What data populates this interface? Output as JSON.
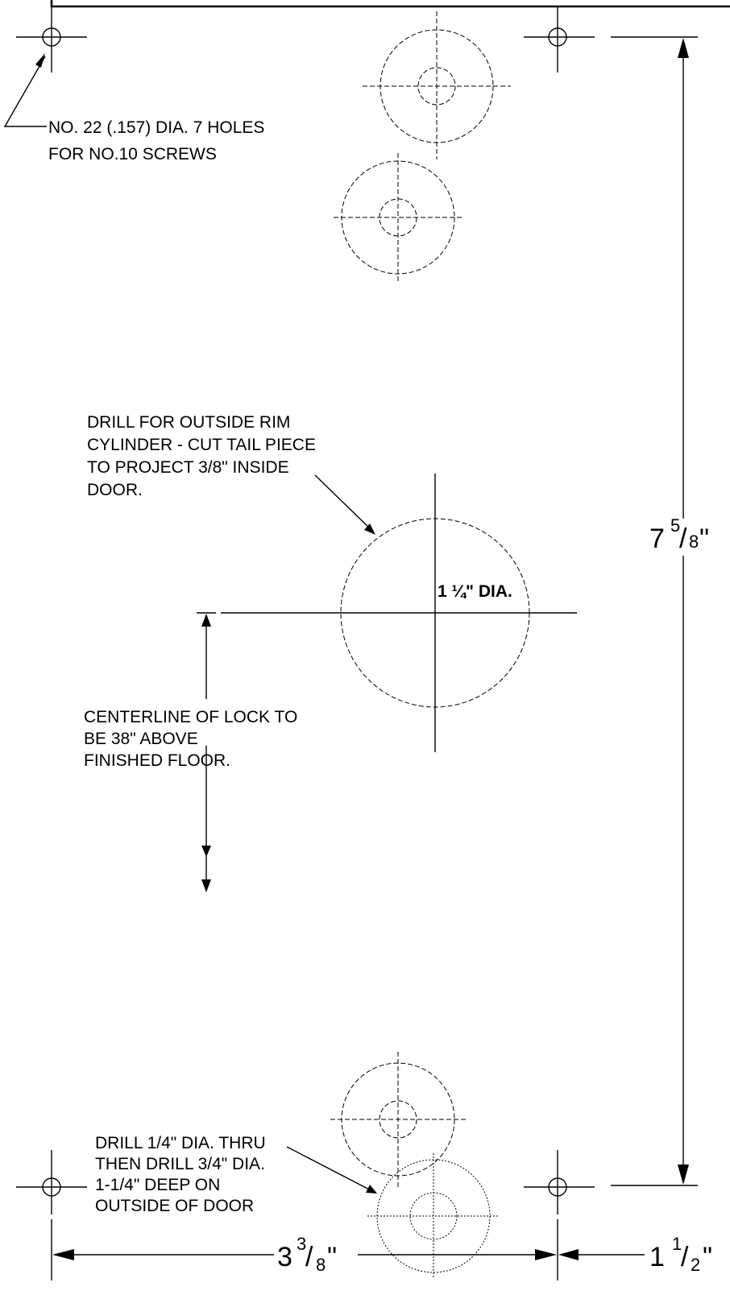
{
  "notes": {
    "screw_holes": [
      "NO. 22 (.157) DIA. 7 HOLES",
      "FOR NO.10 SCREWS"
    ],
    "rim_cylinder": [
      "DRILL FOR OUTSIDE RIM",
      "CYLINDER - CUT TAIL PIECE",
      "TO PROJECT 3/8\" INSIDE",
      "DOOR."
    ],
    "cylinder_diameter": "1 ¼\" DIA.",
    "centerline": [
      "CENTERLINE OF LOCK TO",
      "BE 38\" ABOVE",
      "FINISHED FLOOR."
    ],
    "bottom_hole": [
      "DRILL 1/4\" DIA. THRU",
      "THEN DRILL 3/4\" DIA.",
      "1-1/4\" DEEP ON",
      "OUTSIDE OF DOOR"
    ]
  },
  "dimensions": {
    "height": {
      "whole": "7",
      "num": "5",
      "den": "8",
      "unit": "\""
    },
    "width": {
      "whole": "3",
      "num": "3",
      "den": "8",
      "unit": "\""
    },
    "offset": {
      "whole": "1",
      "num": "1",
      "den": "2",
      "unit": "\""
    }
  },
  "colors": {
    "ink": "#000000",
    "paper": "#ffffff"
  }
}
